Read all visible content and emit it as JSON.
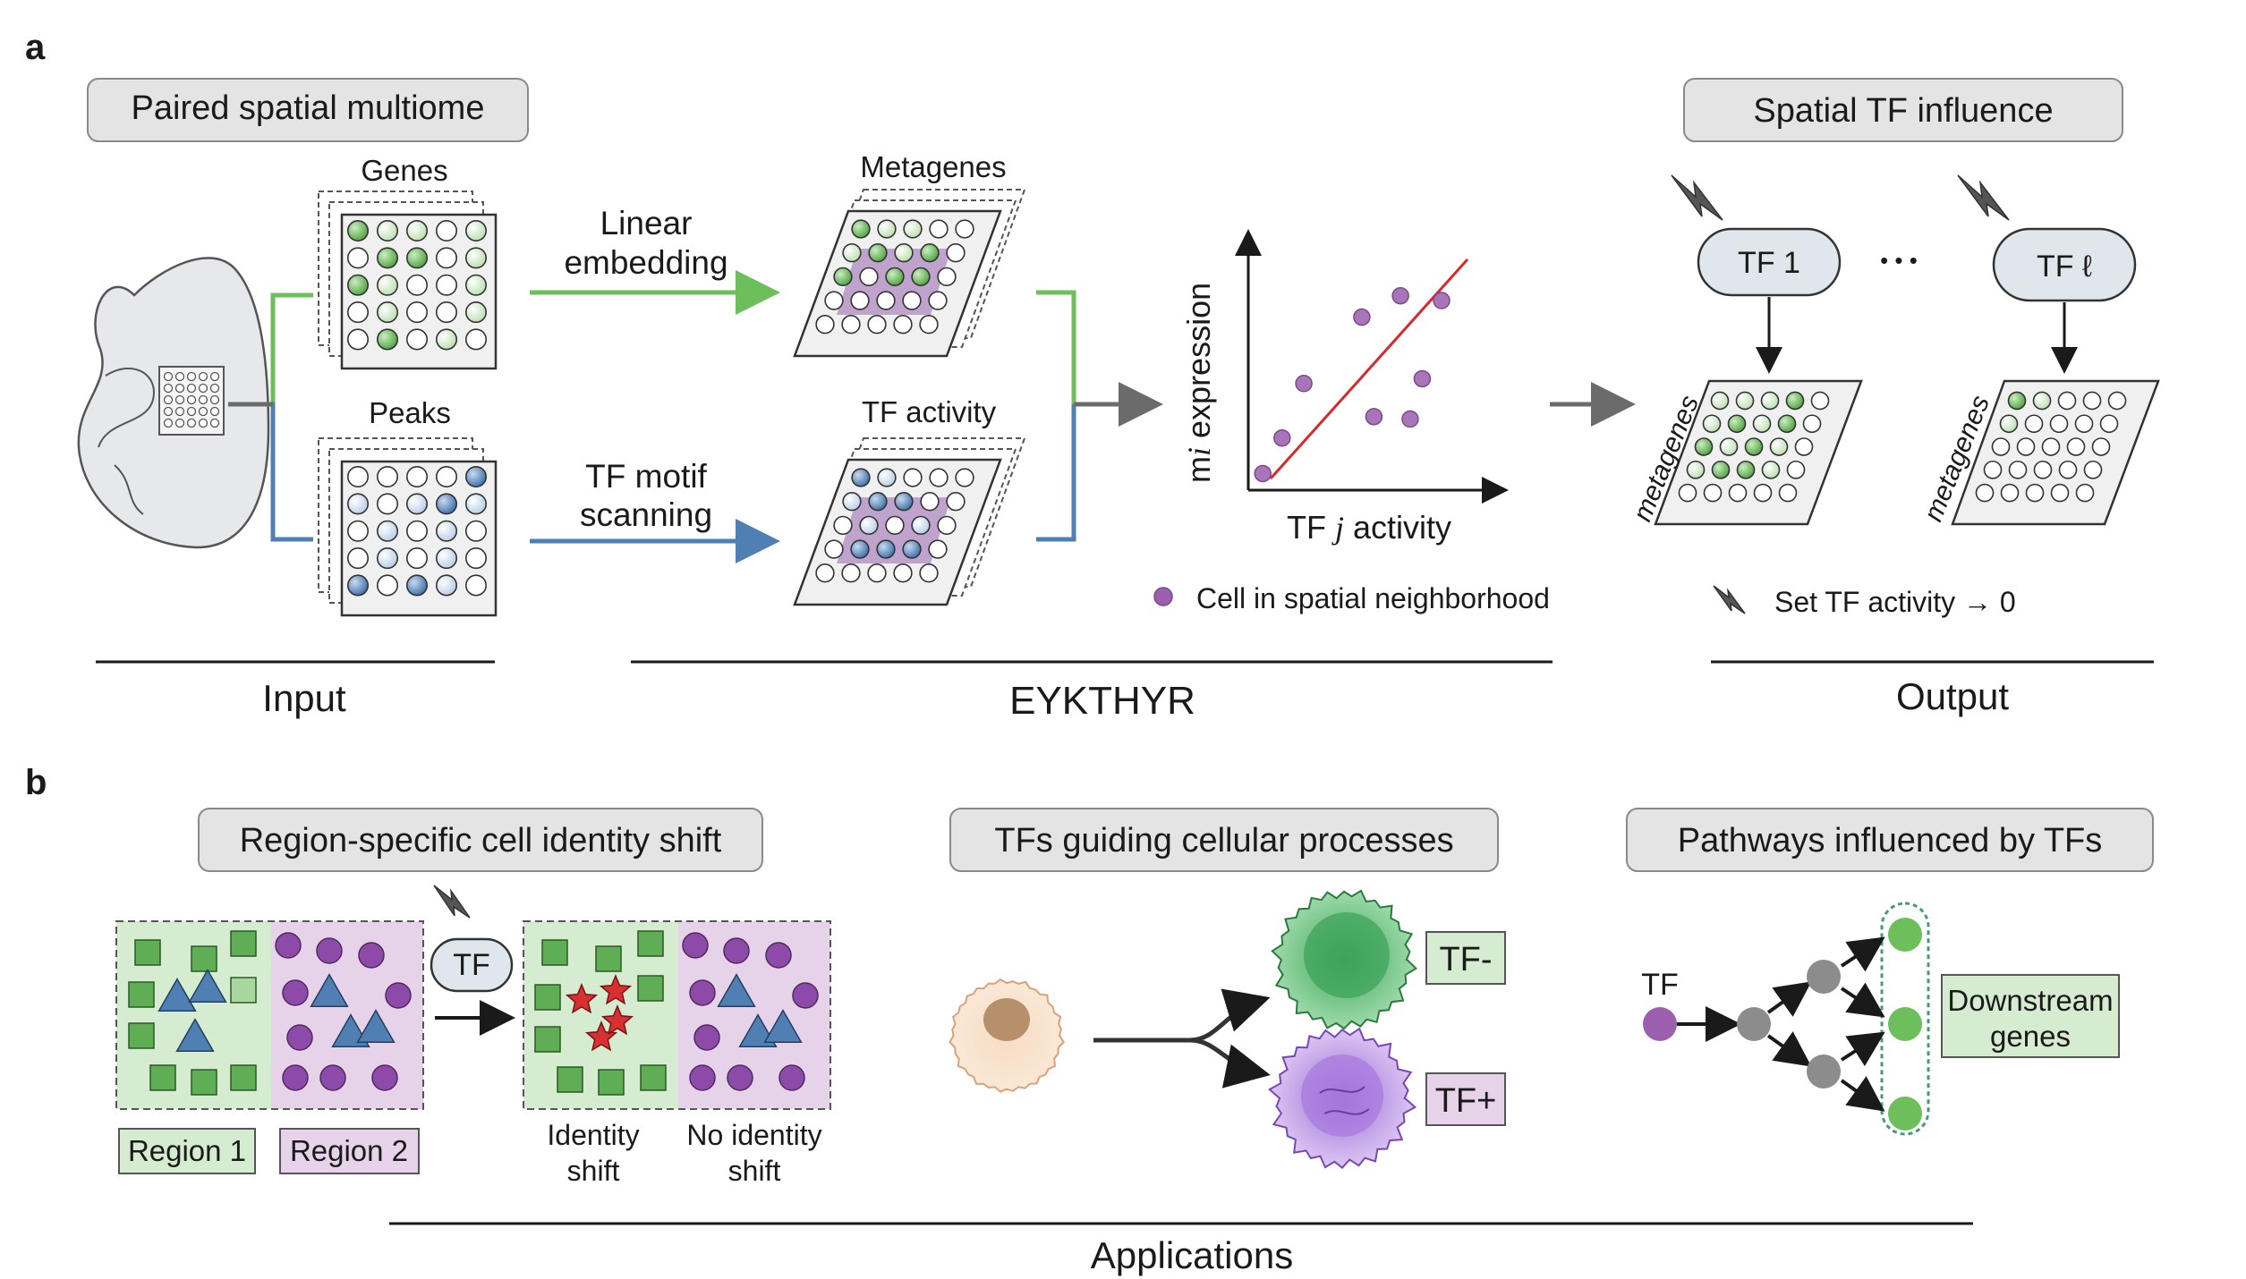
{
  "panel_a": {
    "label": "a",
    "input_box": "Paired spatial multiome",
    "genes_label": "Genes",
    "peaks_label": "Peaks",
    "linear_embedding": [
      "Linear",
      "embedding"
    ],
    "tf_motif_scanning": [
      "TF motif",
      "scanning"
    ],
    "metagenes_label": "Metagenes",
    "tf_activity_label": "TF activity",
    "plot_ylabel_prefix": "m",
    "plot_ylabel_var": "i",
    "plot_ylabel_suffix": "expression",
    "plot_xlabel_prefix": "TF",
    "plot_xlabel_var": "j",
    "plot_xlabel_suffix": "activity",
    "plot_legend": "Cell in spatial neighborhood",
    "output_box": "Spatial TF influence",
    "tf1": "TF 1",
    "tf_ell": "TF ℓ",
    "ellipsis": "• • •",
    "metagenes_rot": "metagenes",
    "set_tf_activity": "Set TF activity → 0",
    "section_input": "Input",
    "section_method": "EYKTHYR",
    "section_output": "Output"
  },
  "panel_b": {
    "label": "b",
    "box1": "Region-specific cell identity shift",
    "box2": "TFs guiding cellular processes",
    "box3": "Pathways influenced by TFs",
    "tf_pill": "TF",
    "region1": "Region 1",
    "region2": "Region 2",
    "identity_shift": [
      "Identity",
      "shift"
    ],
    "no_identity_shift": [
      "No identity",
      "shift"
    ],
    "tf_minus": "TF-",
    "tf_plus": "TF+",
    "pathway_tf": "TF",
    "downstream": [
      "Downstream",
      "genes"
    ],
    "section_apps": "Applications"
  },
  "colors": {
    "green": "#6cbf5a",
    "green_light": "#d6ecd0",
    "purple": "#9b5fae",
    "purple_light": "#e6d3ea",
    "blue": "#4f7fb3",
    "red_line": "#d62a2a",
    "gray": "#8c8c8c"
  },
  "grids": {
    "genes": [
      [
        2,
        1,
        1,
        0,
        1
      ],
      [
        0,
        2,
        2,
        0,
        1
      ],
      [
        2,
        1,
        0,
        0,
        1
      ],
      [
        0,
        1,
        0,
        0,
        1
      ],
      [
        0,
        2,
        0,
        1,
        0
      ]
    ],
    "peaks": [
      [
        0,
        0,
        0,
        0,
        2
      ],
      [
        1,
        0,
        1,
        2,
        1
      ],
      [
        0,
        1,
        0,
        1,
        0
      ],
      [
        0,
        1,
        0,
        1,
        0
      ],
      [
        2,
        0,
        2,
        1,
        0
      ]
    ],
    "metagenes": [
      [
        2,
        1,
        1,
        0,
        0
      ],
      [
        1,
        2,
        1,
        2,
        0
      ],
      [
        2,
        0,
        2,
        2,
        0
      ],
      [
        0,
        0,
        0,
        0,
        0
      ],
      [
        0,
        0,
        0,
        0,
        0
      ]
    ],
    "tfact": [
      [
        2,
        1,
        0,
        0,
        0
      ],
      [
        1,
        2,
        2,
        0,
        0
      ],
      [
        0,
        1,
        0,
        1,
        0
      ],
      [
        0,
        2,
        2,
        2,
        0
      ],
      [
        0,
        0,
        0,
        0,
        0
      ]
    ],
    "out1": [
      [
        1,
        1,
        1,
        2,
        0
      ],
      [
        1,
        2,
        1,
        2,
        0
      ],
      [
        2,
        1,
        2,
        1,
        0
      ],
      [
        1,
        2,
        2,
        1,
        0
      ],
      [
        0,
        0,
        0,
        0,
        0
      ]
    ],
    "out2": [
      [
        2,
        1,
        0,
        0,
        0
      ],
      [
        1,
        0,
        0,
        0,
        0
      ],
      [
        0,
        0,
        0,
        0,
        0
      ],
      [
        0,
        0,
        0,
        0,
        0
      ],
      [
        0,
        0,
        0,
        0,
        0
      ]
    ]
  },
  "scatter_points": [
    [
      0.06,
      0.07
    ],
    [
      0.14,
      0.22
    ],
    [
      0.23,
      0.45
    ],
    [
      0.47,
      0.73
    ],
    [
      0.52,
      0.31
    ],
    [
      0.63,
      0.82
    ],
    [
      0.67,
      0.3
    ],
    [
      0.72,
      0.47
    ],
    [
      0.8,
      0.8
    ]
  ]
}
